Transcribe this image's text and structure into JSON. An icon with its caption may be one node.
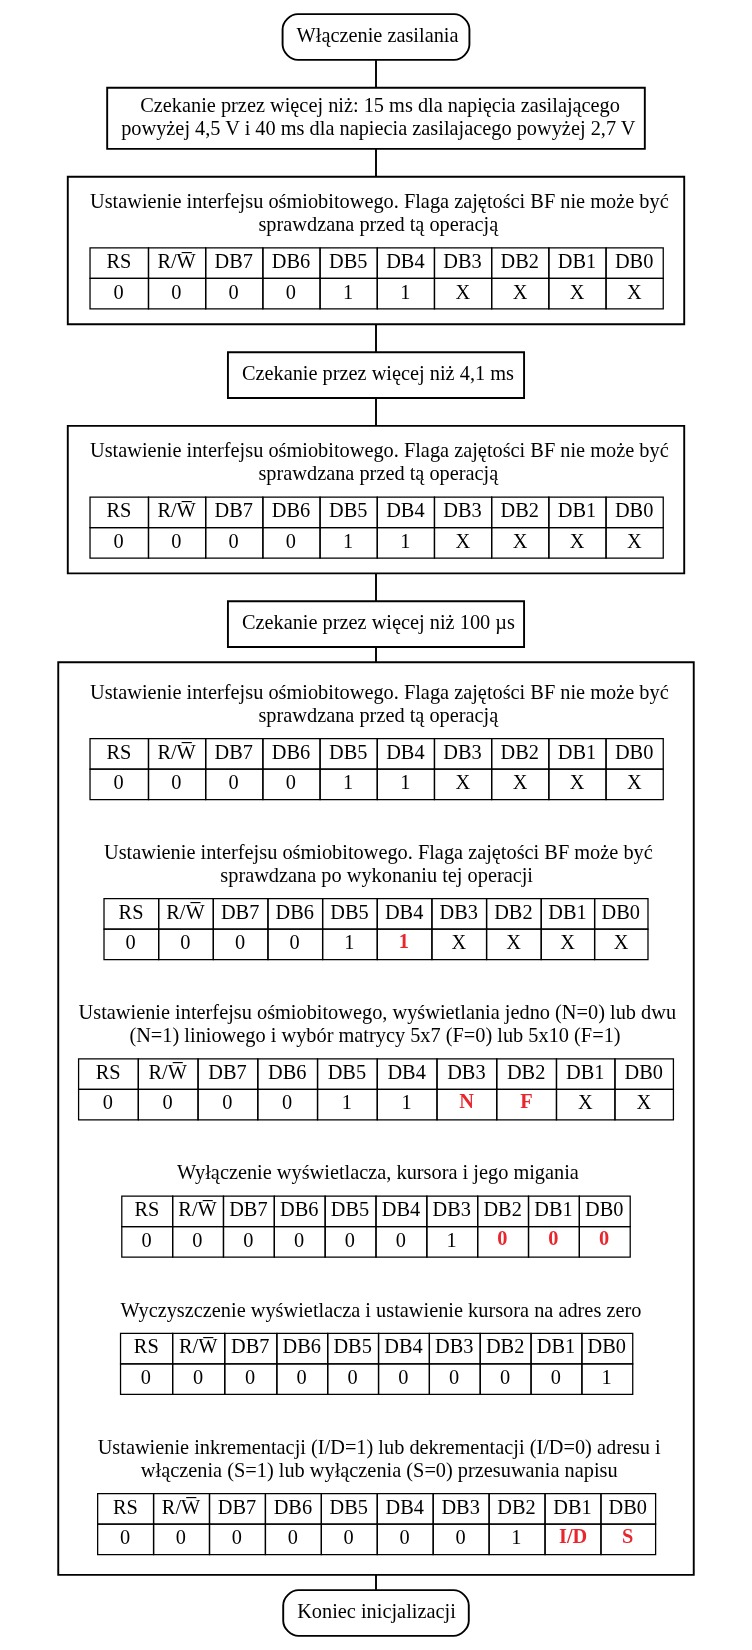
{
  "diagram": {
    "nodes": [
      {
        "text": [
          "Włączenie zasilania"
        ]
      },
      {
        "text": [
          "Czekanie przez więcej niż: 15 ms dla napięcia zasilającego powyżej 4,5 V i 40 ms dla napiecia zasilajacego powyżej 2,7 V"
        ]
      },
      {
        "text": [
          "Ustawienie interfejsu ośmiobitowego. Flaga zajętości BF nie może być sprawdzana przed tą operacją",
          "RS",
          "R/W̅",
          "DB7",
          "DB6",
          "DB5",
          "DB4",
          "DB3",
          "DB2",
          "DB1",
          "DB0",
          "0",
          "0",
          "0",
          "0",
          "1",
          "1",
          "X",
          "X",
          "X",
          "X"
        ]
      },
      {
        "text": [
          "Czekanie przez więcej niż 4,1 ms"
        ]
      },
      {
        "text": [
          "Ustawienie interfejsu ośmiobitowego. Flaga zajętości BF nie może być sprawdzana przed tą operacją",
          "RS",
          "R/W̅",
          "DB7",
          "DB6",
          "DB5",
          "DB4",
          "DB3",
          "DB2",
          "DB1",
          "DB0",
          "0",
          "0",
          "0",
          "0",
          "1",
          "1",
          "X",
          "X",
          "X",
          "X"
        ]
      },
      {
        "text": [
          "Czekanie przez więcej niż 100 µs"
        ]
      },
      {
        "text": [],
        "shape": "box"
      },
      {
        "text": [
          "Ustawienie interfejsu ośmiobitowego. Flaga zajętości BF nie może być sprawdzana przed tą operacją",
          "RS",
          "R/W̅",
          "DB7",
          "DB6",
          "DB5",
          "DB4",
          "DB3",
          "DB2",
          "DB1",
          "DB0",
          "0",
          "0",
          "0",
          "0",
          "1",
          "1",
          "X",
          "X",
          "X",
          "X"
        ],
        "in": 6
      },
      {
        "text": [
          "Ustawienie interfejsu ośmiobitowego. Flaga zajętości BF może być sprawdzana po wykonaniu tej operacji",
          "RS",
          "R/W̅",
          "DB7",
          "DB6",
          "DB5",
          "DB4",
          "DB3",
          "DB2",
          "DB1",
          "DB0",
          "0",
          "0",
          "0",
          "0",
          "1",
          "**1**",
          "X",
          "X",
          "X",
          "X"
        ],
        "in": 6
      },
      {
        "text": [
          "Ustawienie interfejsu ośmiobitowego, wyświetlania jedno (N=0) lub dwu (N=1) liniowego i wybór matrycy 5x7 (F=0) lub 5x10 (F=1)",
          "RS",
          "R/W̅",
          "DB7",
          "DB6",
          "DB5",
          "DB4",
          "DB3",
          "DB2",
          "DB1",
          "DB0",
          "0",
          "0",
          "0",
          "0",
          "1",
          "1",
          "**N**",
          "**F**",
          "X",
          "X"
        ],
        "in": 6
      },
      {
        "text": [
          "Wyłączenie wyświetlacza, kursora i jego migania",
          "RS",
          "R/W̅",
          "DB7",
          "DB6",
          "DB5",
          "DB4",
          "DB3",
          "DB2",
          "DB1",
          "DB0",
          "0",
          "0",
          "0",
          "0",
          "0",
          "0",
          "1",
          "**0**",
          "**0**",
          "**0**"
        ],
        "in": 6
      },
      {
        "text": [
          "Wyczyszczenie wyświetlacza i ustawienie kursora na adres zero",
          "RS",
          "R/W̅",
          "DB7",
          "DB6",
          "DB5",
          "DB4",
          "DB3",
          "DB2",
          "DB1",
          "DB0",
          "0",
          "0",
          "0",
          "0",
          "0",
          "0",
          "0",
          "0",
          "0",
          "1"
        ],
        "in": 6
      },
      {
        "text": [
          "Ustawienie inkrementacji (I/D=1) lub dekrementacji (I/D=0) adresu i włączenia (S=1) lub wyłączenia (S=0) przesuwania napisu",
          "RS",
          "R/W̅",
          "DB7",
          "DB6",
          "DB5",
          "DB4",
          "DB3",
          "DB2",
          "DB1",
          "DB0",
          "0",
          "0",
          "0",
          "0",
          "0",
          "0",
          "0",
          "1",
          "**I/D**",
          "**S**"
        ],
        "in": 6
      },
      {
        "text": [
          "Koniec inicjalizacji"
        ]
      }
    ],
    "edges": [
      {
        "from": 0,
        "to": 1,
        "arrow": "none"
      },
      {
        "from": 1,
        "to": 2,
        "arrow": "none"
      },
      {
        "from": 2,
        "to": 3,
        "arrow": "none"
      },
      {
        "from": 3,
        "to": 4,
        "arrow": "none"
      },
      {
        "from": 4,
        "to": 5,
        "arrow": "none"
      },
      {
        "from": 5,
        "to": 6,
        "arrow": "none"
      },
      {
        "from": 6,
        "to": 13,
        "arrow": "none"
      }
    ]
  }
}
